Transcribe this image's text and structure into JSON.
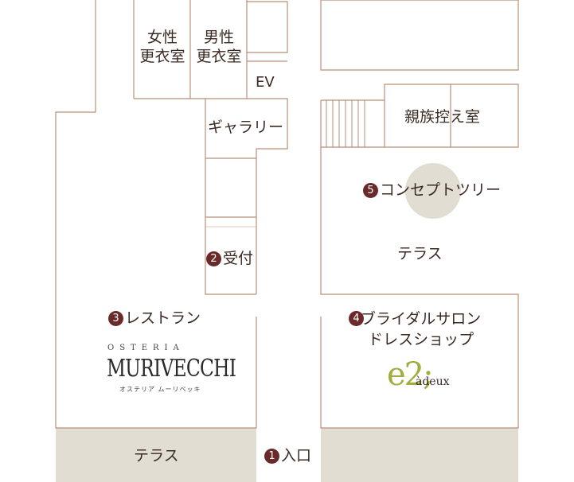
{
  "rooms": {
    "womens_dressing": "女性\n更衣室",
    "mens_dressing": "男性\n更衣室",
    "elevator": "EV",
    "gallery": "ギャラリー",
    "family_room": "親族控え室",
    "concept_tree": {
      "num": "5",
      "label": "コンセプトツリー"
    },
    "terrace_right": "テラス",
    "reception": {
      "num": "2",
      "label": "受付"
    },
    "restaurant": {
      "num": "3",
      "label": "レストラン"
    },
    "bridal_salon": {
      "num": "4",
      "label": "ブライダルサロン\nドレスショップ"
    },
    "terrace_bottom": "テラス",
    "entrance": {
      "num": "1",
      "label": "入口"
    }
  },
  "logos": {
    "osteria_top": "OSTERIA",
    "osteria_main": "MURIVECCHI",
    "osteria_sub": "オステリア ムーリベッキ",
    "e2_main": "e2;",
    "e2_sub": "àdeux"
  },
  "colors": {
    "wall": "#b98f78",
    "terrace_fill": "#e1ddd2",
    "tree_fill": "#e1ddd2",
    "badge": "#6b2a2a",
    "e2_green": "#9fae3c"
  }
}
